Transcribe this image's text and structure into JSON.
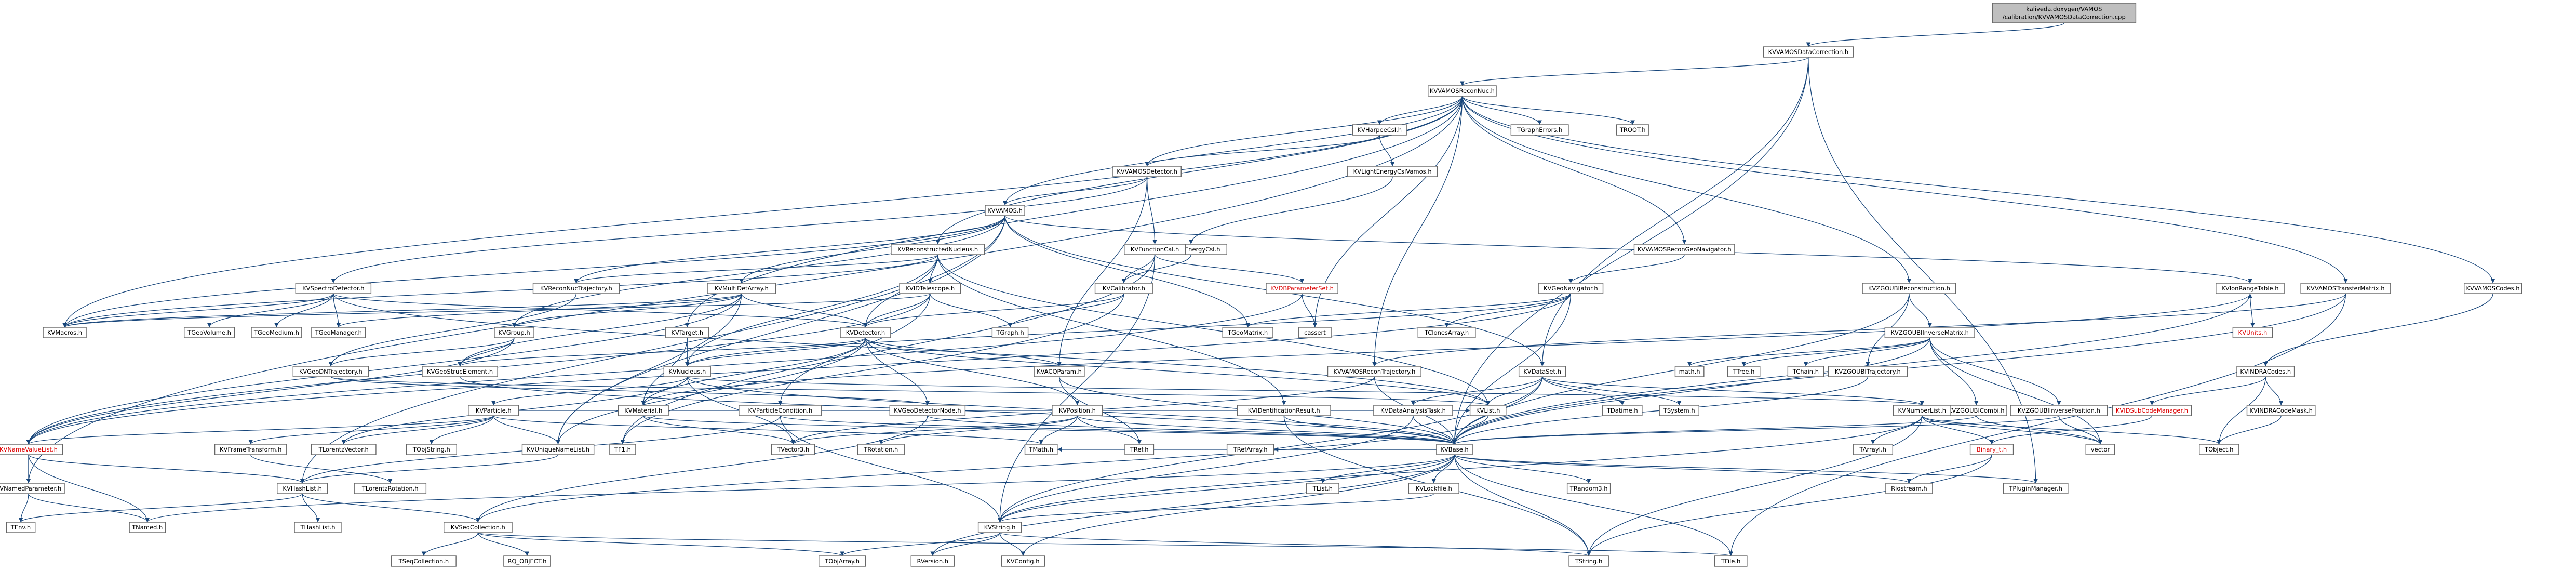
{
  "root": "kaliveda.doxygen/VAMOS/calibration/KVVAMOSDataCorrection.cpp",
  "colors": {
    "node_fill": "#ffffff",
    "node_stroke": "#666666",
    "root_fill": "#bfbfbf",
    "edge": "#17457a",
    "red_text": "#d00000"
  },
  "nodes": [
    {
      "id": "root",
      "label": [
        "kaliveda.doxygen/VAMOS",
        "/calibration/KVVAMOSDataCorrection.cpp"
      ],
      "root": true
    },
    {
      "id": "KVVAMOSDataCorrection_h",
      "label": "KVVAMOSDataCorrection.h"
    },
    {
      "id": "KVVAMOSReconNuc_h",
      "label": "KVVAMOSReconNuc.h"
    },
    {
      "id": "KVHarpeeCsI_h",
      "label": "KVHarpeeCsI.h"
    },
    {
      "id": "TGraphErrors_h",
      "label": "TGraphErrors.h"
    },
    {
      "id": "TROOT_h",
      "label": "TROOT.h"
    },
    {
      "id": "KVVAMOSDetector_h",
      "label": "KVVAMOSDetector.h"
    },
    {
      "id": "KVLightEnergyCsIVamos_h",
      "label": "KVLightEnergyCsIVamos.h"
    },
    {
      "id": "KVVAMOS_h",
      "label": "KVVAMOS.h"
    },
    {
      "id": "KVVAMOSReconGeoNavigator_h",
      "label": "KVVAMOSReconGeoNavigator.h"
    },
    {
      "id": "KVLightEnergyCsI_h",
      "label": "KVLightEnergyCsI.h"
    },
    {
      "id": "KVFunctionCal_h",
      "label": "KVFunctionCal.h"
    },
    {
      "id": "KVReconstructedNucleus_h",
      "label": "KVReconstructedNucleus.h"
    },
    {
      "id": "KVSpectroDetector_h",
      "label": "KVSpectroDetector.h"
    },
    {
      "id": "KVReconNucTrajectory_h",
      "label": "KVReconNucTrajectory.h"
    },
    {
      "id": "KVMultiDetArray_h",
      "label": "KVMultiDetArray.h"
    },
    {
      "id": "KVIDTelescope_h",
      "label": "KVIDTelescope.h"
    },
    {
      "id": "KVCalibrator_h",
      "label": "KVCalibrator.h"
    },
    {
      "id": "KVDBParameterSet_h",
      "label": "KVDBParameterSet.h",
      "red": true
    },
    {
      "id": "KVGeoNavigator_h",
      "label": "KVGeoNavigator.h"
    },
    {
      "id": "KVZGOUBIReconstruction_h",
      "label": "KVZGOUBIReconstruction.h"
    },
    {
      "id": "KVIonRangeTable_h",
      "label": "KVIonRangeTable.h"
    },
    {
      "id": "KVVAMOSTransferMatrix_h",
      "label": "KVVAMOSTransferMatrix.h"
    },
    {
      "id": "KVVAMOSCodes_h",
      "label": "KVVAMOSCodes.h"
    },
    {
      "id": "KVMacros_h",
      "label": "KVMacros.h"
    },
    {
      "id": "TGeoVolume_h",
      "label": "TGeoVolume.h"
    },
    {
      "id": "TGeoMedium_h",
      "label": "TGeoMedium.h"
    },
    {
      "id": "TGeoManager_h",
      "label": "TGeoManager.h"
    },
    {
      "id": "KVGroup_h",
      "label": "KVGroup.h"
    },
    {
      "id": "KVTarget_h",
      "label": "KVTarget.h"
    },
    {
      "id": "KVDetector_h",
      "label": "KVDetector.h"
    },
    {
      "id": "TGraph_h",
      "label": "TGraph.h"
    },
    {
      "id": "TGeoMatrix_h",
      "label": "TGeoMatrix.h"
    },
    {
      "id": "cassert",
      "label": "cassert"
    },
    {
      "id": "TClonesArray_h",
      "label": "TClonesArray.h"
    },
    {
      "id": "KVUnits_h",
      "label": "KVUnits.h",
      "red": true
    },
    {
      "id": "KVZGOUBIInverseMatrix_h",
      "label": "KVZGOUBIInverseMatrix.h"
    },
    {
      "id": "KVGeoDNTrajectory_h",
      "label": "KVGeoDNTrajectory.h"
    },
    {
      "id": "KVGeoStrucElement_h",
      "label": "KVGeoStrucElement.h"
    },
    {
      "id": "KVNucleus_h",
      "label": "KVNucleus.h"
    },
    {
      "id": "KVACQParam_h",
      "label": "KVACQParam.h"
    },
    {
      "id": "KVVAMOSReconTrajectory_h",
      "label": "KVVAMOSReconTrajectory.h"
    },
    {
      "id": "KVDataSet_h",
      "label": "KVDataSet.h"
    },
    {
      "id": "math_h",
      "label": "math.h"
    },
    {
      "id": "TTree_h",
      "label": "TTree.h"
    },
    {
      "id": "TChain_h",
      "label": "TChain.h"
    },
    {
      "id": "KVZGOUBITrajectory_h",
      "label": "KVZGOUBITrajectory.h"
    },
    {
      "id": "KVZGOUBIInversePosition_h",
      "label": "KVZGOUBIInversePosition.h"
    },
    {
      "id": "KVZGOUBICombi_h",
      "label": "KVZGOUBICombi.h"
    },
    {
      "id": "KVINDRACodes_h",
      "label": "KVINDRACodes.h"
    },
    {
      "id": "KVIDSubCodeManager_h",
      "label": "KVIDSubCodeManager.h",
      "red": true
    },
    {
      "id": "KVINDRACodeMask_h",
      "label": "KVINDRACodeMask.h"
    },
    {
      "id": "KVParticle_h",
      "label": "KVParticle.h"
    },
    {
      "id": "KVMaterial_h",
      "label": "KVMaterial.h"
    },
    {
      "id": "KVParticleCondition_h",
      "label": "KVParticleCondition.h"
    },
    {
      "id": "KVGeoDetectorNode_h",
      "label": "KVGeoDetectorNode.h"
    },
    {
      "id": "KVPosition_h",
      "label": "KVPosition.h"
    },
    {
      "id": "KVIDentificationResult_h",
      "label": "KVIDentificationResult.h"
    },
    {
      "id": "KVDataAnalysisTask_h",
      "label": "KVDataAnalysisTask.h"
    },
    {
      "id": "KVUniqueNameList_h",
      "label": "KVUniqueNameList.h"
    },
    {
      "id": "TF1_h",
      "label": "TF1.h"
    },
    {
      "id": "KVList_h",
      "label": "KVList.h"
    },
    {
      "id": "KVNumberList_h",
      "label": "KVNumberList.h"
    },
    {
      "id": "TDatime_h",
      "label": "TDatime.h"
    },
    {
      "id": "TSystem_h",
      "label": "TSystem.h"
    },
    {
      "id": "KVNameValueList_h",
      "label": "KVNameValueList.h",
      "red": true
    },
    {
      "id": "KVFrameTransform_h",
      "label": "KVFrameTransform.h"
    },
    {
      "id": "TLorentzVector_h",
      "label": "TLorentzVector.h"
    },
    {
      "id": "TObjString_h",
      "label": "TObjString.h"
    },
    {
      "id": "TVector3_h",
      "label": "TVector3.h"
    },
    {
      "id": "TRotation_h",
      "label": "TRotation.h"
    },
    {
      "id": "TMath_h",
      "label": "TMath.h"
    },
    {
      "id": "TRef_h",
      "label": "TRef.h"
    },
    {
      "id": "TRefArray_h",
      "label": "TRefArray.h"
    },
    {
      "id": "KVBase_h",
      "label": "KVBase.h"
    },
    {
      "id": "TArrayI_h",
      "label": "TArrayI.h"
    },
    {
      "id": "Binary_t_h",
      "label": "Binary_t.h",
      "red": true
    },
    {
      "id": "TObject_h",
      "label": "TObject.h"
    },
    {
      "id": "vector",
      "label": "vector"
    },
    {
      "id": "KVNamedParameter_h",
      "label": "KVNamedParameter.h"
    },
    {
      "id": "KVHashList_h",
      "label": "KVHashList.h"
    },
    {
      "id": "TLorentzRotation_h",
      "label": "TLorentzRotation.h"
    },
    {
      "id": "TList_h",
      "label": "TList.h"
    },
    {
      "id": "KVLockfile_h",
      "label": "KVLockfile.h"
    },
    {
      "id": "TRandom3_h",
      "label": "TRandom3.h"
    },
    {
      "id": "Riostream_h",
      "label": "Riostream.h"
    },
    {
      "id": "TPluginManager_h",
      "label": "TPluginManager.h"
    },
    {
      "id": "TEnv_h",
      "label": "TEnv.h"
    },
    {
      "id": "TNamed_h",
      "label": "TNamed.h"
    },
    {
      "id": "THashList_h",
      "label": "THashList.h"
    },
    {
      "id": "KVSeqCollection_h",
      "label": "KVSeqCollection.h"
    },
    {
      "id": "KVString_h",
      "label": "KVString.h"
    },
    {
      "id": "TSeqCollection_h",
      "label": "TSeqCollection.h"
    },
    {
      "id": "RQ_OBJECT_h",
      "label": "RQ_OBJECT.h"
    },
    {
      "id": "TObjArray_h",
      "label": "TObjArray.h"
    },
    {
      "id": "RVersion_h",
      "label": "RVersion.h"
    },
    {
      "id": "KVConfig_h",
      "label": "KVConfig.h"
    },
    {
      "id": "TString_h",
      "label": "TString.h"
    },
    {
      "id": "TFile_h",
      "label": "TFile.h"
    }
  ],
  "edges": [
    [
      "root",
      "KVVAMOSDataCorrection_h"
    ],
    [
      "KVVAMOSDataCorrection_h",
      "KVVAMOSReconNuc_h"
    ],
    [
      "KVVAMOSDataCorrection_h",
      "KVBase_h"
    ],
    [
      "KVVAMOSDataCorrection_h",
      "TPluginManager_h"
    ],
    [
      "KVVAMOSDataCorrection_h",
      "KVDataSet_h"
    ],
    [
      "KVVAMOSReconNuc_h",
      "KVHarpeeCsI_h"
    ],
    [
      "KVVAMOSReconNuc_h",
      "TGraphErrors_h"
    ],
    [
      "KVVAMOSReconNuc_h",
      "TROOT_h"
    ],
    [
      "KVVAMOSReconNuc_h",
      "KVVAMOSDetector_h"
    ],
    [
      "KVVAMOSReconNuc_h",
      "KVVAMOS_h"
    ],
    [
      "KVVAMOSReconNuc_h",
      "KVVAMOSReconGeoNavigator_h"
    ],
    [
      "KVVAMOSReconNuc_h",
      "KVReconstructedNucleus_h"
    ],
    [
      "KVVAMOSReconNuc_h",
      "KVZGOUBIReconstruction_h"
    ],
    [
      "KVVAMOSReconNuc_h",
      "KVVAMOSTransferMatrix_h"
    ],
    [
      "KVVAMOSReconNuc_h",
      "KVVAMOSCodes_h"
    ],
    [
      "KVVAMOSReconNuc_h",
      "KVMacros_h"
    ],
    [
      "KVVAMOSReconNuc_h",
      "KVTarget_h"
    ],
    [
      "KVVAMOSReconNuc_h",
      "KVVAMOSReconTrajectory_h"
    ],
    [
      "KVVAMOSReconNuc_h",
      "KVNamedParameter_h"
    ],
    [
      "KVVAMOSReconNuc_h",
      "cassert"
    ],
    [
      "KVHarpeeCsI_h",
      "KVVAMOSDetector_h"
    ],
    [
      "KVHarpeeCsI_h",
      "KVLightEnergyCsIVamos_h"
    ],
    [
      "KVLightEnergyCsIVamos_h",
      "KVLightEnergyCsI_h"
    ],
    [
      "KVVAMOSDetector_h",
      "KVVAMOS_h"
    ],
    [
      "KVVAMOSDetector_h",
      "KVSpectroDetector_h"
    ],
    [
      "KVVAMOSDetector_h",
      "KVFunctionCal_h"
    ],
    [
      "KVVAMOSDetector_h",
      "KVACQParam_h"
    ],
    [
      "KVVAMOS_h",
      "KVMultiDetArray_h"
    ],
    [
      "KVVAMOS_h",
      "KVMacros_h"
    ],
    [
      "KVVAMOS_h",
      "TGeoMatrix_h"
    ],
    [
      "KVVAMOS_h",
      "KVIonRangeTable_h"
    ],
    [
      "KVVAMOS_h",
      "KVHashList_h"
    ],
    [
      "KVVAMOS_h",
      "KVUniqueNameList_h"
    ],
    [
      "KVVAMOS_h",
      "KVReconNucTrajectory_h"
    ],
    [
      "KVVAMOS_h",
      "KVGroup_h"
    ],
    [
      "KVVAMOS_h",
      "KVDataSet_h"
    ],
    [
      "KVVAMOSReconGeoNavigator_h",
      "KVGeoNavigator_h"
    ],
    [
      "KVLightEnergyCsI_h",
      "KVCalibrator_h"
    ],
    [
      "KVFunctionCal_h",
      "KVCalibrator_h"
    ],
    [
      "KVFunctionCal_h",
      "KVDBParameterSet_h"
    ],
    [
      "KVFunctionCal_h",
      "KVString_h"
    ],
    [
      "KVFunctionCal_h",
      "TF1_h"
    ],
    [
      "KVReconstructedNucleus_h",
      "KVNucleus_h"
    ],
    [
      "KVReconstructedNucleus_h",
      "KVDetector_h"
    ],
    [
      "KVReconstructedNucleus_h",
      "KVIDTelescope_h"
    ],
    [
      "KVReconstructedNucleus_h",
      "KVReconNucTrajectory_h"
    ],
    [
      "KVReconstructedNucleus_h",
      "KVMacros_h"
    ],
    [
      "KVReconstructedNucleus_h",
      "KVIDentificationResult_h"
    ],
    [
      "KVReconstructedNucleus_h",
      "KVList_h"
    ],
    [
      "KVSpectroDetector_h",
      "KVDetector_h"
    ],
    [
      "KVSpectroDetector_h",
      "TGeoVolume_h"
    ],
    [
      "KVSpectroDetector_h",
      "TGeoMedium_h"
    ],
    [
      "KVSpectroDetector_h",
      "TGeoManager_h"
    ],
    [
      "KVSpectroDetector_h",
      "KVMacros_h"
    ],
    [
      "KVSpectroDetector_h",
      "KVList_h"
    ],
    [
      "KVReconNucTrajectory_h",
      "KVGeoDNTrajectory_h"
    ],
    [
      "KVMultiDetArray_h",
      "KVGroup_h"
    ],
    [
      "KVMultiDetArray_h",
      "KVDetector_h"
    ],
    [
      "KVMultiDetArray_h",
      "KVGeoStrucElement_h"
    ],
    [
      "KVMultiDetArray_h",
      "KVUniqueNameList_h"
    ],
    [
      "KVMultiDetArray_h",
      "KVNameValueList_h"
    ],
    [
      "KVMultiDetArray_h",
      "TGeoManager_h"
    ],
    [
      "KVMultiDetArray_h",
      "KVMacros_h"
    ],
    [
      "KVIDTelescope_h",
      "KVDetector_h"
    ],
    [
      "KVIDTelescope_h",
      "TGraph_h"
    ],
    [
      "KVIDTelescope_h",
      "KVParticleCondition_h"
    ],
    [
      "KVIDTelescope_h",
      "KVNameValueList_h"
    ],
    [
      "KVIDTelescope_h",
      "KVMacros_h"
    ],
    [
      "KVCalibrator_h",
      "TGraph_h"
    ],
    [
      "KVCalibrator_h",
      "KVDetector_h"
    ],
    [
      "KVCalibrator_h",
      "TF1_h"
    ],
    [
      "KVDBParameterSet_h",
      "cassert"
    ],
    [
      "KVDBParameterSet_h",
      "KVNameValueList_h"
    ],
    [
      "KVGeoNavigator_h",
      "TGeoMatrix_h"
    ],
    [
      "KVGeoNavigator_h",
      "TClonesArray_h"
    ],
    [
      "KVGeoNavigator_h",
      "KVNameValueList_h"
    ],
    [
      "KVGeoNavigator_h",
      "KVNucleus_h"
    ],
    [
      "KVGeoNavigator_h",
      "KVBase_h"
    ],
    [
      "KVZGOUBIReconstruction_h",
      "KVZGOUBIInverseMatrix_h"
    ],
    [
      "KVZGOUBIReconstruction_h",
      "KVZGOUBITrajectory_h"
    ],
    [
      "KVZGOUBIReconstruction_h",
      "KVBase_h"
    ],
    [
      "KVIonRangeTable_h",
      "KVUnits_h"
    ],
    [
      "KVIonRangeTable_h",
      "KVBase_h"
    ],
    [
      "KVVAMOSTransferMatrix_h",
      "KVVAMOSReconTrajectory_h"
    ],
    [
      "KVVAMOSTransferMatrix_h",
      "KVBase_h"
    ],
    [
      "KVVAMOSTransferMatrix_h",
      "TFile_h"
    ],
    [
      "KVVAMOSCodes_h",
      "KVINDRACodes_h"
    ],
    [
      "KVGroup_h",
      "KVGeoStrucElement_h"
    ],
    [
      "KVGroup_h",
      "KVGeoDNTrajectory_h"
    ],
    [
      "KVGroup_h",
      "KVNameValueList_h"
    ],
    [
      "KVTarget_h",
      "KVNucleus_h"
    ],
    [
      "KVTarget_h",
      "KVMaterial_h"
    ],
    [
      "KVDetector_h",
      "KVMaterial_h"
    ],
    [
      "KVDetector_h",
      "KVPosition_h"
    ],
    [
      "KVDetector_h",
      "KVGeoDetectorNode_h"
    ],
    [
      "KVDetector_h",
      "KVACQParam_h"
    ],
    [
      "KVDetector_h",
      "KVNucleus_h"
    ],
    [
      "KVDetector_h",
      "KVGeoStrucElement_h"
    ],
    [
      "KVDetector_h",
      "KVUniqueNameList_h"
    ],
    [
      "KVDetector_h",
      "KVList_h"
    ],
    [
      "KVZGOUBIInverseMatrix_h",
      "KVZGOUBIInversePosition_h"
    ],
    [
      "KVZGOUBIInverseMatrix_h",
      "KVZGOUBICombi_h"
    ],
    [
      "KVZGOUBIInverseMatrix_h",
      "TTree_h"
    ],
    [
      "KVZGOUBIInverseMatrix_h",
      "TChain_h"
    ],
    [
      "KVZGOUBIInverseMatrix_h",
      "math_h"
    ],
    [
      "KVZGOUBIInverseMatrix_h",
      "vector"
    ],
    [
      "KVZGOUBIInverseMatrix_h",
      "KVBase_h"
    ],
    [
      "KVGeoDNTrajectory_h",
      "KVGeoDetectorNode_h"
    ],
    [
      "KVGeoDNTrajectory_h",
      "KVList_h"
    ],
    [
      "KVGeoStrucElement_h",
      "KVBase_h"
    ],
    [
      "KVNucleus_h",
      "KVParticle_h"
    ],
    [
      "KVNucleus_h",
      "KVBase_h"
    ],
    [
      "KVNucleus_h",
      "KVNumberList_h"
    ],
    [
      "KVNucleus_h",
      "TLorentzVector_h"
    ],
    [
      "KVNucleus_h",
      "TVector3_h"
    ],
    [
      "KVACQParam_h",
      "KVBase_h"
    ],
    [
      "KVACQParam_h",
      "TRef_h"
    ],
    [
      "KVVAMOSReconTrajectory_h",
      "KVBase_h"
    ],
    [
      "KVVAMOSReconTrajectory_h",
      "TVector3_h"
    ],
    [
      "KVDataSet_h",
      "KVDataAnalysisTask_h"
    ],
    [
      "KVDataSet_h",
      "KVNumberList_h"
    ],
    [
      "KVDataSet_h",
      "TDatime_h"
    ],
    [
      "KVDataSet_h",
      "TSystem_h"
    ],
    [
      "KVDataSet_h",
      "KVList_h"
    ],
    [
      "KVDataSet_h",
      "KVString_h"
    ],
    [
      "KVDataSet_h",
      "KVBase_h"
    ],
    [
      "KVZGOUBITrajectory_h",
      "KVBase_h"
    ],
    [
      "KVZGOUBIInversePosition_h",
      "vector"
    ],
    [
      "KVZGOUBIInversePosition_h",
      "KVBase_h"
    ],
    [
      "KVZGOUBICombi_h",
      "vector"
    ],
    [
      "KVZGOUBICombi_h",
      "KVBase_h"
    ],
    [
      "KVINDRACodes_h",
      "KVIDSubCodeManager_h"
    ],
    [
      "KVINDRACodes_h",
      "KVINDRACodeMask_h"
    ],
    [
      "KVINDRACodes_h",
      "TObject_h"
    ],
    [
      "KVIDSubCodeManager_h",
      "Binary_t_h"
    ],
    [
      "KVINDRACodeMask_h",
      "TObject_h"
    ],
    [
      "KVParticle_h",
      "KVNameValueList_h"
    ],
    [
      "KVParticle_h",
      "KVFrameTransform_h"
    ],
    [
      "KVParticle_h",
      "TLorentzVector_h"
    ],
    [
      "KVParticle_h",
      "TObjString_h"
    ],
    [
      "KVParticle_h",
      "KVUniqueNameList_h"
    ],
    [
      "KVParticle_h",
      "KVList_h"
    ],
    [
      "KVParticle_h",
      "TMath_h"
    ],
    [
      "KVMaterial_h",
      "KVBase_h"
    ],
    [
      "KVMaterial_h",
      "TVector3_h"
    ],
    [
      "KVMaterial_h",
      "KVIonRangeTable_h"
    ],
    [
      "KVParticleCondition_h",
      "KVBase_h"
    ],
    [
      "KVParticleCondition_h",
      "KVHashList_h"
    ],
    [
      "KVParticleCondition_h",
      "KVString_h"
    ],
    [
      "KVGeoDetectorNode_h",
      "KVBase_h"
    ],
    [
      "KVGeoDetectorNode_h",
      "KVSeqCollection_h"
    ],
    [
      "KVPosition_h",
      "TVector3_h"
    ],
    [
      "KVPosition_h",
      "TRotation_h"
    ],
    [
      "KVPosition_h",
      "TMath_h"
    ],
    [
      "KVPosition_h",
      "TRef_h"
    ],
    [
      "KVPosition_h",
      "KVBase_h"
    ],
    [
      "KVIDentificationResult_h",
      "KVBase_h"
    ],
    [
      "KVIDentificationResult_h",
      "TString_h"
    ],
    [
      "KVDataAnalysisTask_h",
      "KVBase_h"
    ],
    [
      "KVDataAnalysisTask_h",
      "KVString_h"
    ],
    [
      "KVUniqueNameList_h",
      "KVHashList_h"
    ],
    [
      "KVList_h",
      "KVSeqCollection_h"
    ],
    [
      "KVNumberList_h",
      "TArrayI_h"
    ],
    [
      "KVNumberList_h",
      "Binary_t_h"
    ],
    [
      "KVNumberList_h",
      "TObject_h"
    ],
    [
      "KVNumberList_h",
      "KVString_h"
    ],
    [
      "KVNumberList_h",
      "TString_h"
    ],
    [
      "KVNumberList_h",
      "vector"
    ],
    [
      "KVNameValueList_h",
      "KVNamedParameter_h"
    ],
    [
      "KVNameValueList_h",
      "KVHashList_h"
    ],
    [
      "KVNameValueList_h",
      "TNamed_h"
    ],
    [
      "KVFrameTransform_h",
      "TLorentzRotation_h"
    ],
    [
      "KVBase_h",
      "TList_h"
    ],
    [
      "KVBase_h",
      "KVLockfile_h"
    ],
    [
      "KVBase_h",
      "TRandom3_h"
    ],
    [
      "KVBase_h",
      "Riostream_h"
    ],
    [
      "KVBase_h",
      "TPluginManager_h"
    ],
    [
      "KVBase_h",
      "KVString_h"
    ],
    [
      "KVBase_h",
      "RVersion_h"
    ],
    [
      "KVBase_h",
      "KVConfig_h"
    ],
    [
      "KVBase_h",
      "TString_h"
    ],
    [
      "KVBase_h",
      "TFile_h"
    ],
    [
      "KVBase_h",
      "TNamed_h"
    ],
    [
      "KVBase_h",
      "TMath_h"
    ],
    [
      "KVBase_h",
      "TRefArray_h"
    ],
    [
      "Binary_t_h",
      "Riostream_h"
    ],
    [
      "Binary_t_h",
      "TString_h"
    ],
    [
      "KVNamedParameter_h",
      "TEnv_h"
    ],
    [
      "KVNamedParameter_h",
      "TNamed_h"
    ],
    [
      "KVHashList_h",
      "THashList_h"
    ],
    [
      "KVHashList_h",
      "KVSeqCollection_h"
    ],
    [
      "KVHashList_h",
      "TEnv_h"
    ],
    [
      "KVLockfile_h",
      "KVString_h"
    ],
    [
      "KVSeqCollection_h",
      "TSeqCollection_h"
    ],
    [
      "KVSeqCollection_h",
      "RQ_OBJECT_h"
    ],
    [
      "KVSeqCollection_h",
      "TObjArray_h"
    ],
    [
      "KVSeqCollection_h",
      "TFile_h"
    ],
    [
      "KVString_h",
      "TObjArray_h"
    ],
    [
      "KVString_h",
      "RVersion_h"
    ],
    [
      "KVString_h",
      "KVConfig_h"
    ],
    [
      "KVString_h",
      "TString_h"
    ]
  ]
}
